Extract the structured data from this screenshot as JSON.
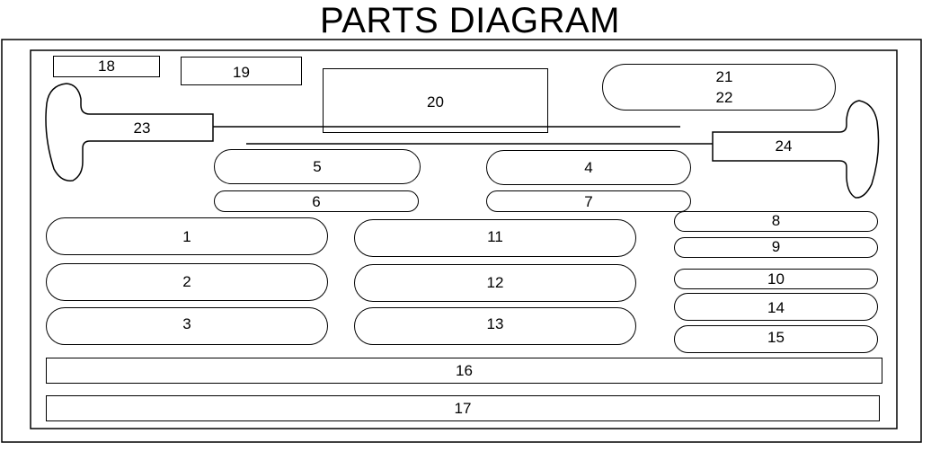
{
  "title": "PARTS DIAGRAM",
  "parts": {
    "p1": "1",
    "p2": "2",
    "p3": "3",
    "p4": "4",
    "p5": "5",
    "p6": "6",
    "p7": "7",
    "p8": "8",
    "p9": "9",
    "p10": "10",
    "p11": "11",
    "p12": "12",
    "p13": "13",
    "p14": "14",
    "p15": "15",
    "p16": "16",
    "p17": "17",
    "p18": "18",
    "p19": "19",
    "p20": "20",
    "p21": "21",
    "p22": "22",
    "p23": "23",
    "p24": "24"
  }
}
